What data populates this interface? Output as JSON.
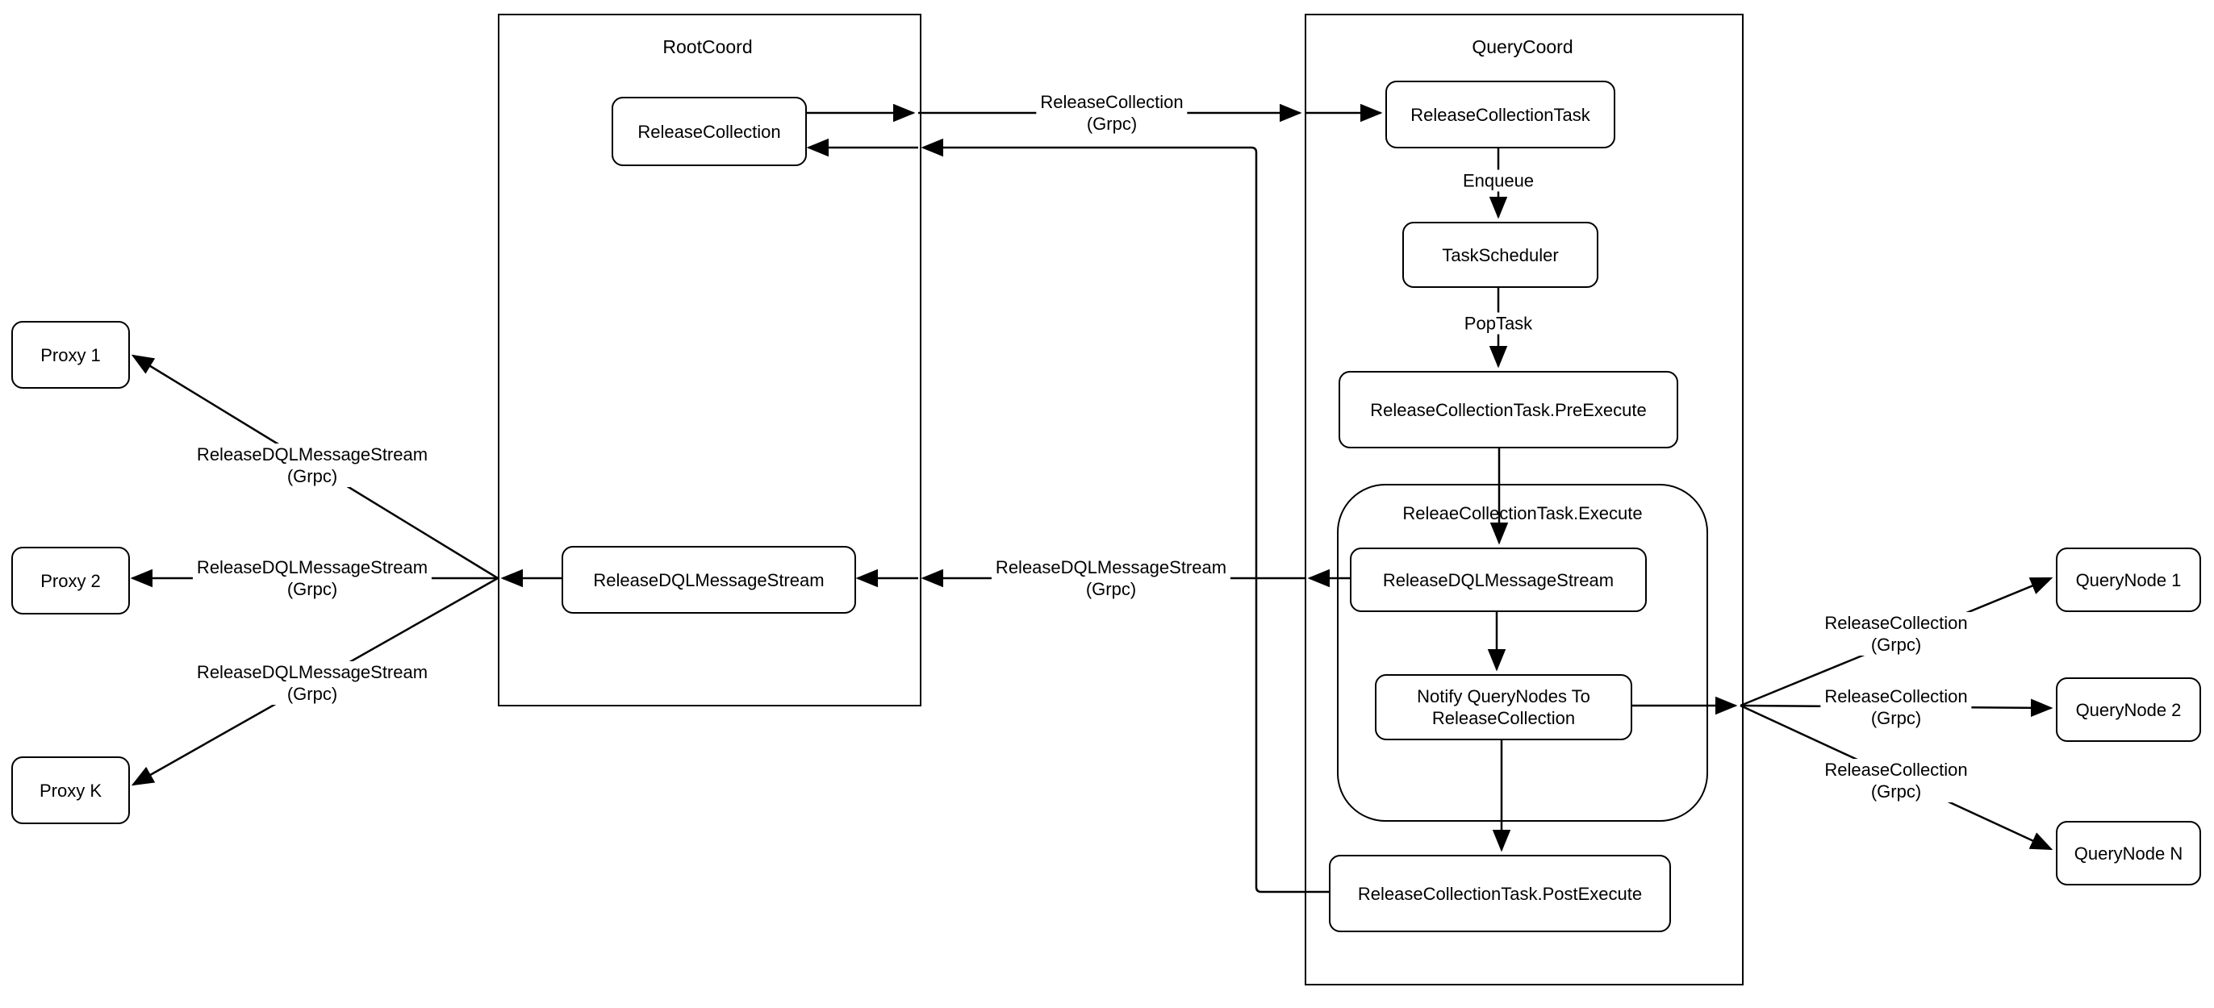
{
  "containers": {
    "rootcoord": {
      "title": "RootCoord"
    },
    "querycoord": {
      "title": "QueryCoord"
    },
    "execute_group": {
      "title": "ReleaeCollectionTask.Execute"
    }
  },
  "nodes": {
    "proxy_1": "Proxy 1",
    "proxy_2": "Proxy 2",
    "proxy_k": "Proxy K",
    "release_collection": "ReleaseCollection",
    "root_release_dql_message_stream": "ReleaseDQLMessageStream",
    "release_collection_task": "ReleaseCollectionTask",
    "task_scheduler": "TaskScheduler",
    "pre_execute": "ReleaseCollectionTask.PreExecute",
    "execute_release_dql_message_stream": "ReleaseDQLMessageStream",
    "notify": {
      "line1": "Notify QueryNodes To",
      "line2": "ReleaseCollection"
    },
    "post_execute": "ReleaseCollectionTask.PostExecute",
    "querynode_1": "QueryNode 1",
    "querynode_2": "QueryNode 2",
    "querynode_n": "QueryNode N"
  },
  "edge_labels": {
    "enqueue": "Enqueue",
    "pop_task": "PopTask",
    "top_grpc": {
      "line1": "ReleaseCollection",
      "line2": "(Grpc)"
    },
    "mid_grpc": {
      "line1": "ReleaseDQLMessageStream",
      "line2": "(Grpc)"
    },
    "left_top": {
      "line1": "ReleaseDQLMessageStream",
      "line2": "(Grpc)"
    },
    "left_mid": {
      "line1": "ReleaseDQLMessageStream",
      "line2": "(Grpc)"
    },
    "left_bottom": {
      "line1": "ReleaseDQLMessageStream",
      "line2": "(Grpc)"
    },
    "right_top": {
      "line1": "ReleaseCollection",
      "line2": "(Grpc)"
    },
    "right_mid": {
      "line1": "ReleaseCollection",
      "line2": "(Grpc)"
    },
    "right_bottom": {
      "line1": "ReleaseCollection",
      "line2": "(Grpc)"
    }
  },
  "colors": {
    "stroke": "#000000",
    "background": "#ffffff"
  }
}
